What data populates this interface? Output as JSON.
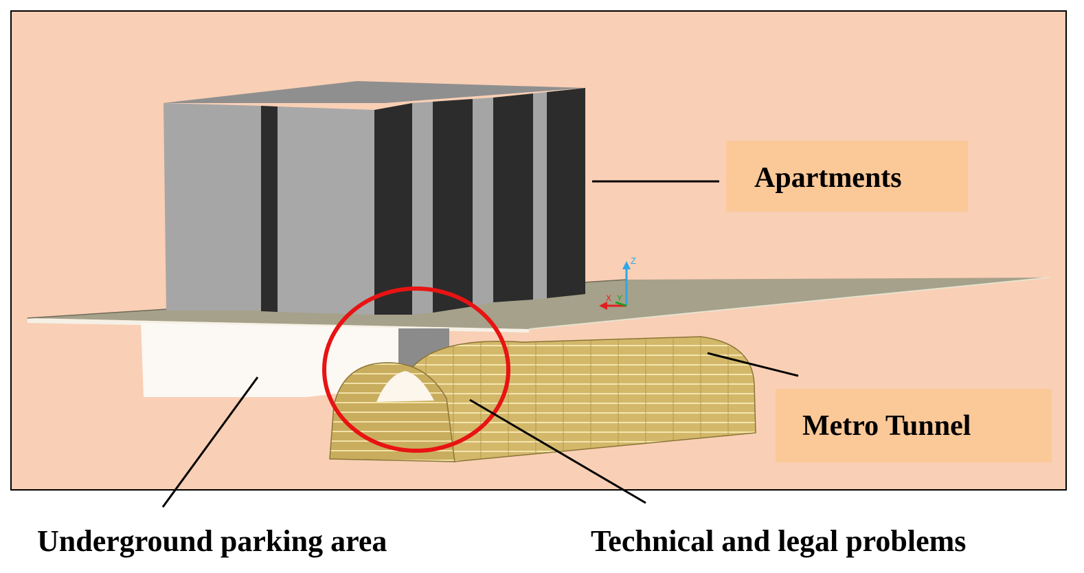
{
  "labels": {
    "apartments": "Apartments",
    "metro_tunnel": "Metro Tunnel",
    "underground_parking": "Underground parking area",
    "technical_legal": "Technical and legal problems"
  },
  "axis_triad": {
    "z": "Z",
    "x": "X",
    "y": "Y"
  },
  "colors": {
    "background": "#f9cfb5",
    "label_box": "#fbc898",
    "building_light": "#a5a5a5",
    "building_dark": "#2d2d2d",
    "slab": "#a5a088",
    "parking": "#fcf8f3",
    "tunnel": "#d1b768",
    "highlight_circle": "#e81313"
  }
}
